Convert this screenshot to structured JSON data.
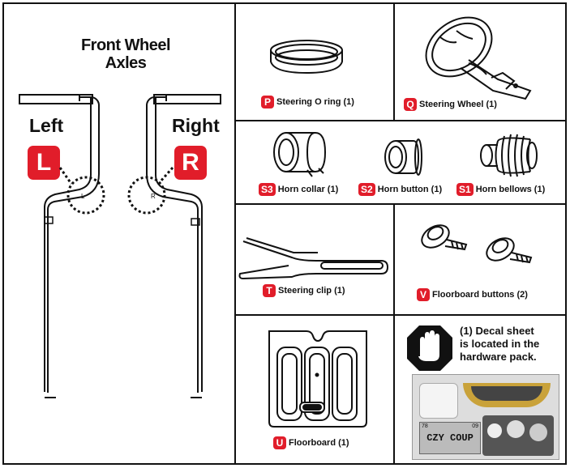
{
  "front_axles": {
    "title_line1": "Front Wheel",
    "title_line2": "Axles",
    "left_label": "Left",
    "left_badge": "L",
    "left_mark": "L",
    "right_label": "Right",
    "right_badge": "R",
    "right_mark": "R"
  },
  "parts": [
    {
      "letter": "P",
      "label": "Steering O ring (1)"
    },
    {
      "letter": "Q",
      "label": "Steering Wheel (1)"
    },
    {
      "letter": "S3",
      "label": "Horn collar (1)"
    },
    {
      "letter": "S2",
      "label": "Horn button (1)"
    },
    {
      "letter": "S1",
      "label": "Horn bellows (1)"
    },
    {
      "letter": "T",
      "label": "Steering clip (1)"
    },
    {
      "letter": "V",
      "label": "Floorboard buttons (2)"
    },
    {
      "letter": "U",
      "label": "Floorboard (1)"
    }
  ],
  "decal": {
    "line1": "(1) Decal sheet",
    "line2": "is located in the",
    "line3": "hardware pack.",
    "plate_text": "CZY COUP",
    "plate_left": "78",
    "plate_right": "09"
  },
  "colors": {
    "accent": "#e11d2a",
    "line": "#111111",
    "decal_yellow": "#c9a23a"
  }
}
